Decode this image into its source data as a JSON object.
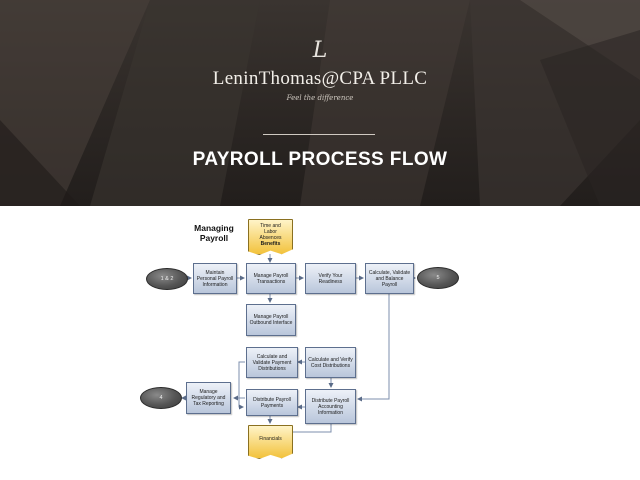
{
  "header": {
    "monogram": "L",
    "firm_name": "LeninThomas@CPA PLLC",
    "tagline": "Feel the difference",
    "title": "PAYROLL PROCESS FLOW"
  },
  "diagram": {
    "title": "Managing Payroll",
    "inputs": {
      "time_labor": {
        "line1": "Time and",
        "line2": "Labor",
        "line3": "Absences",
        "line4": "Benefits"
      },
      "financials": "Financials"
    },
    "steps": {
      "maintain": "Maintain Personal Payroll Information",
      "manage_transactions": "Manage Payroll Transactions",
      "verify": "Verify Your Readiness",
      "calculate": "Calculate, Validate and Balance Payroll",
      "outbound": "Manage Payroll Outbound Interface",
      "calc_payment": "Calculate and Validate Payment Distributions",
      "calc_cost": "Calculate and Verify Cost Distributions",
      "distribute_payments": "Distribute Payroll Payments",
      "distribute_accounting": "Distribute Payroll Accounting Information",
      "regulatory": "Manage Regulatory and Tax Reporting"
    },
    "connectors": {
      "c12": "1 & 2",
      "c5": "5",
      "c4": "4"
    },
    "colors": {
      "process_fill": "#c8d3e6",
      "process_border": "#5d6f8e",
      "document_fill": "#f2c23c",
      "connector_fill": "#555555",
      "line_color": "#7d8fad"
    }
  }
}
